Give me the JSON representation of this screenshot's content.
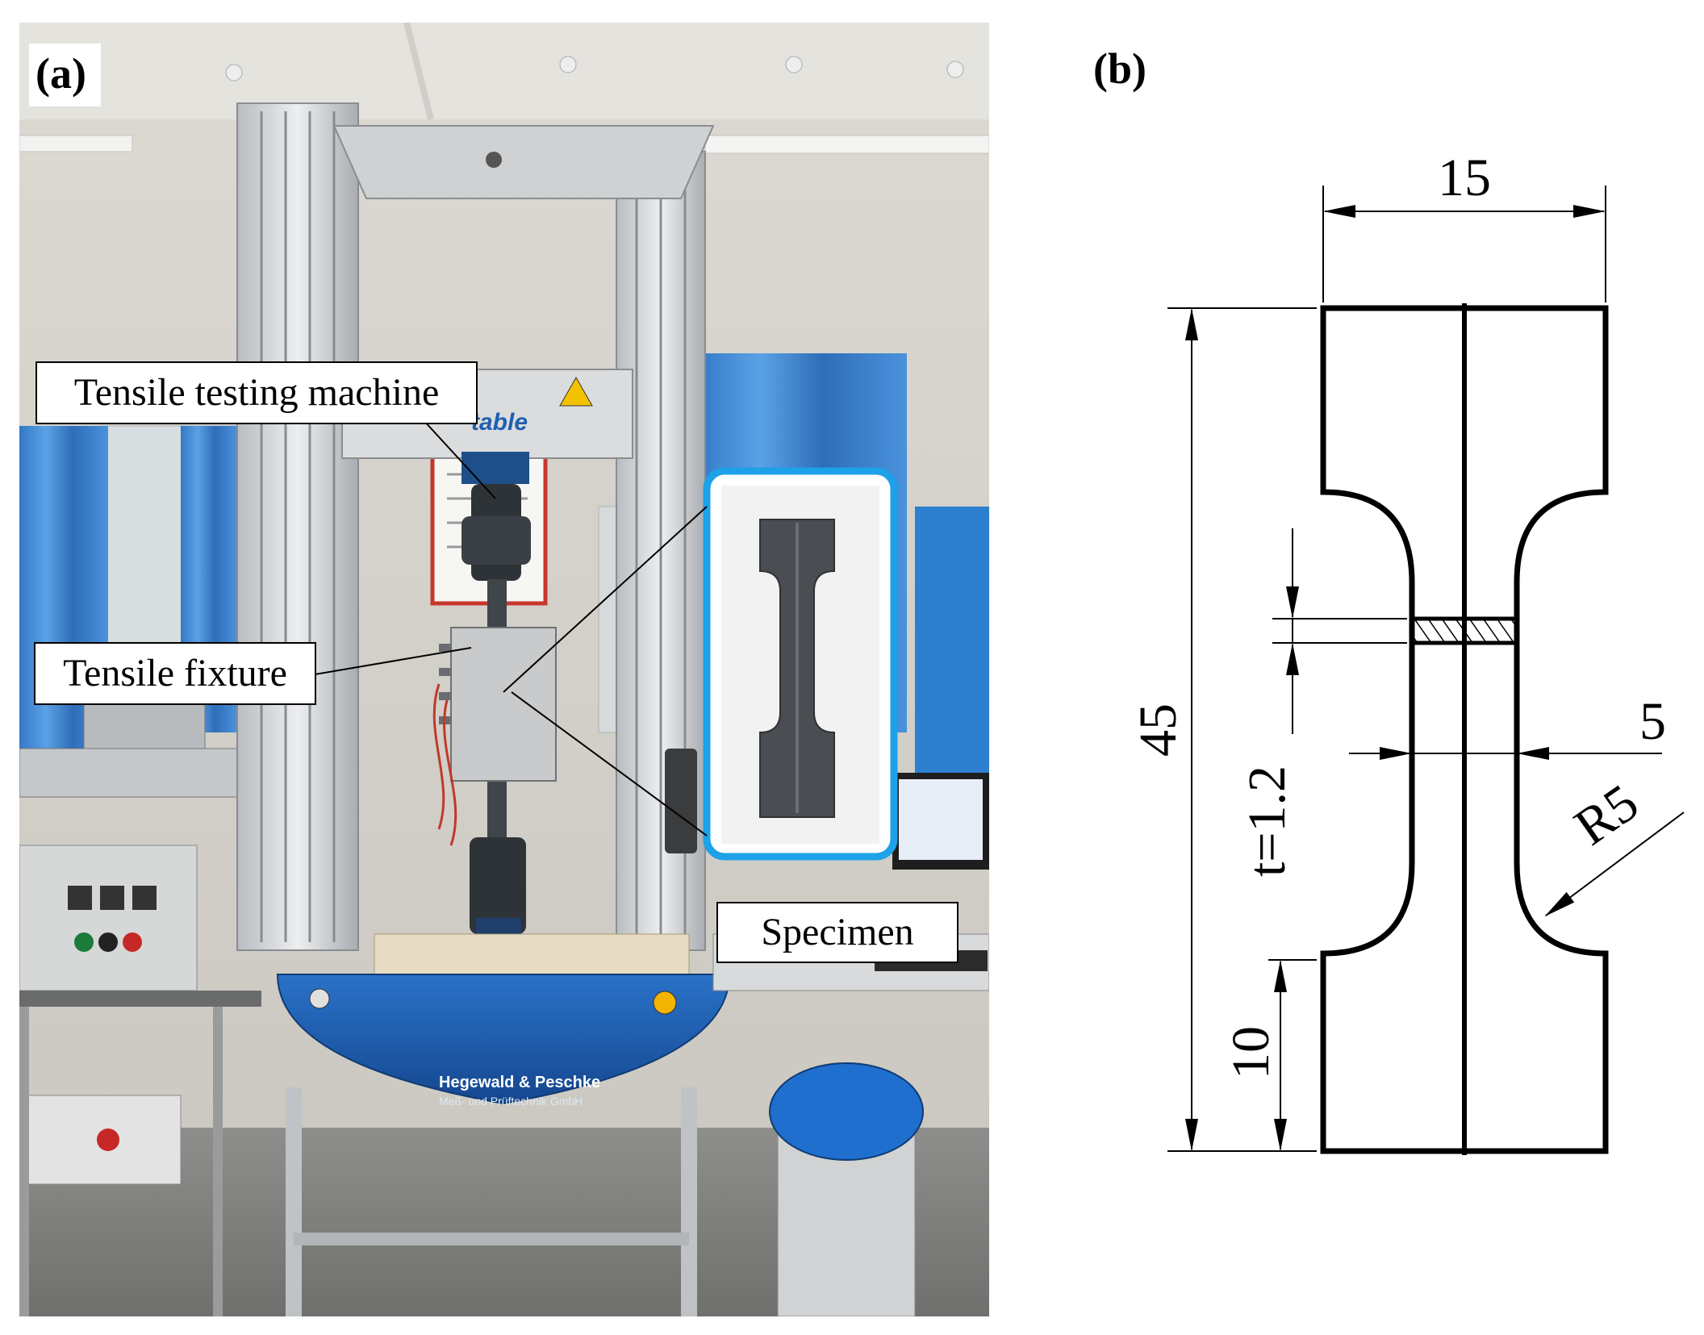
{
  "panels": {
    "a": {
      "label": "(a)"
    },
    "b": {
      "label": "(b)"
    }
  },
  "photo_callouts": {
    "machine": "Tensile testing machine",
    "fixture": "Tensile fixture",
    "specimen": "Specimen"
  },
  "photo_details": {
    "base_brand": "Hegewald & Peschke",
    "base_subtitle": "Meß- und Prüftechnik GmbH",
    "head_text": "table"
  },
  "drawing_dimensions": {
    "width_top": "15",
    "total_length": "45",
    "gauge_width": "5",
    "thickness": "t=1.2",
    "fillet_radius": "R5",
    "grip_length": "10"
  },
  "colors": {
    "accent_frame": "#1da1e8",
    "machine_base_blue": "#1f5fb0",
    "curtain_blue": "#3d8ad6",
    "line": "#000000"
  }
}
